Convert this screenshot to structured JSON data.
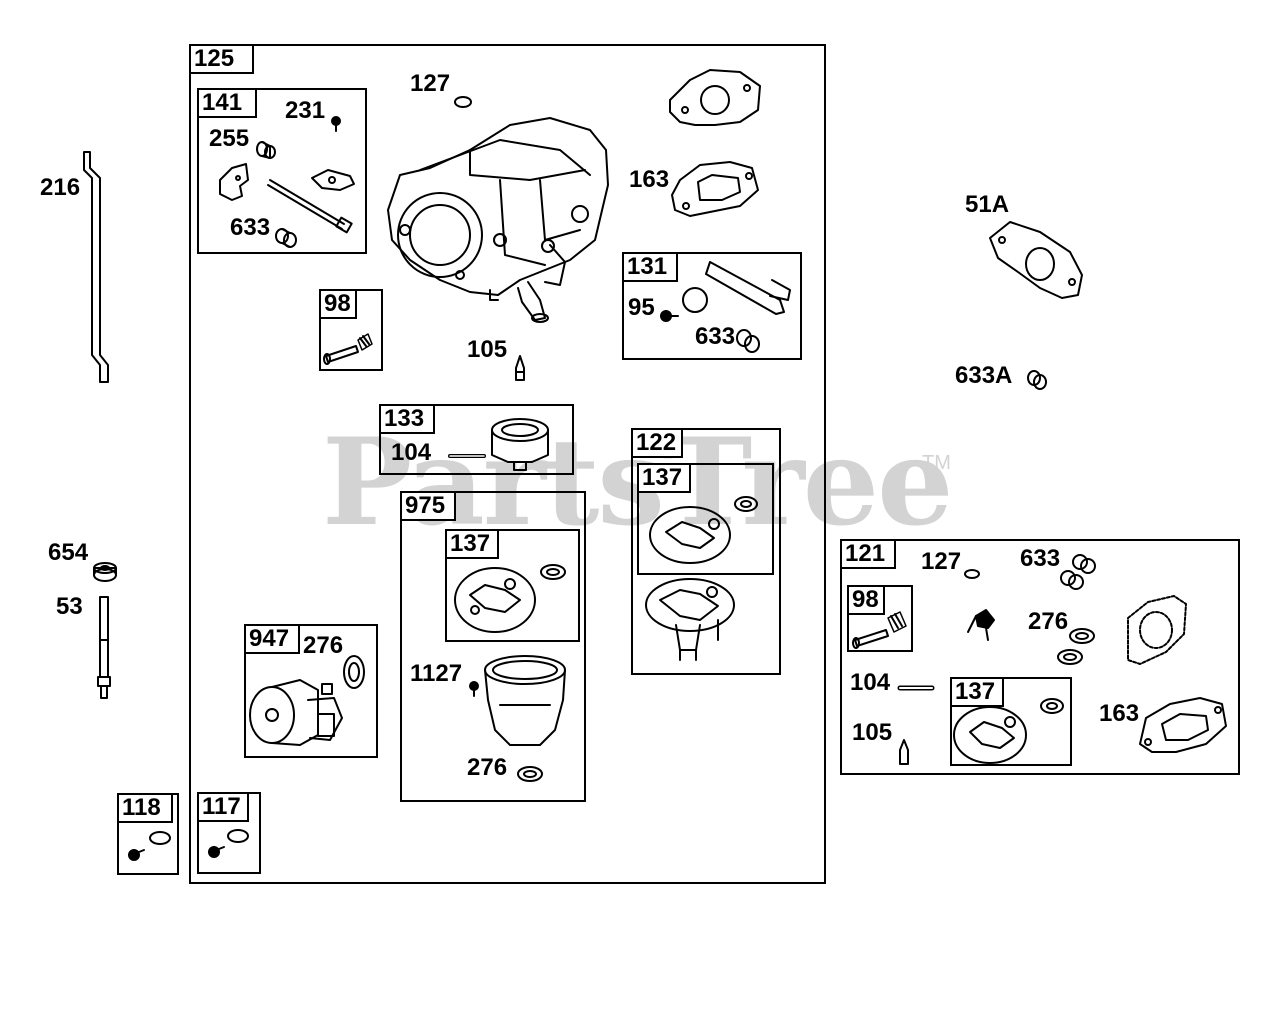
{
  "watermark": {
    "brand": "PartsTree",
    "trademark": "TM"
  },
  "labels": {
    "l216": "216",
    "l654": "654",
    "l53": "53",
    "l127a": "127",
    "l231": "231",
    "l255": "255",
    "l633a": "633",
    "l163a": "163",
    "l95": "95",
    "l633b": "633",
    "l105a": "105",
    "l104a": "104",
    "l276a": "276",
    "l1127": "1127",
    "l276b": "276",
    "l51A": "51A",
    "l633A": "633A",
    "l127b": "127",
    "l633c": "633",
    "l276c": "276",
    "l104b": "104",
    "l105b": "105",
    "l163b": "163"
  },
  "kits": {
    "k125": "125",
    "k141": "141",
    "k98a": "98",
    "k131": "131",
    "k133": "133",
    "k122": "122",
    "k137a": "137",
    "k975": "975",
    "k137b": "137",
    "k947": "947",
    "k118": "118",
    "k117": "117",
    "k121": "121",
    "k98b": "98",
    "k137c": "137"
  }
}
